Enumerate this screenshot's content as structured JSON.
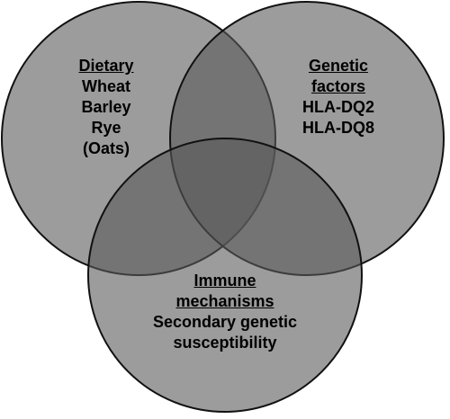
{
  "diagram": {
    "type": "venn",
    "circle_fill": "#5a5a5a",
    "circle_stroke": "#111111",
    "sets": [
      {
        "id": "dietary",
        "title": [
          "Dietary"
        ],
        "items": [
          "Wheat",
          "Barley",
          "Rye",
          "(Oats)"
        ]
      },
      {
        "id": "genetic",
        "title": [
          "Genetic",
          "factors"
        ],
        "items": [
          "HLA-DQ2",
          "HLA-DQ8"
        ]
      },
      {
        "id": "immune",
        "title": [
          "Immune",
          "mechanisms"
        ],
        "items": [
          "Secondary genetic",
          "susceptibility"
        ]
      }
    ]
  }
}
